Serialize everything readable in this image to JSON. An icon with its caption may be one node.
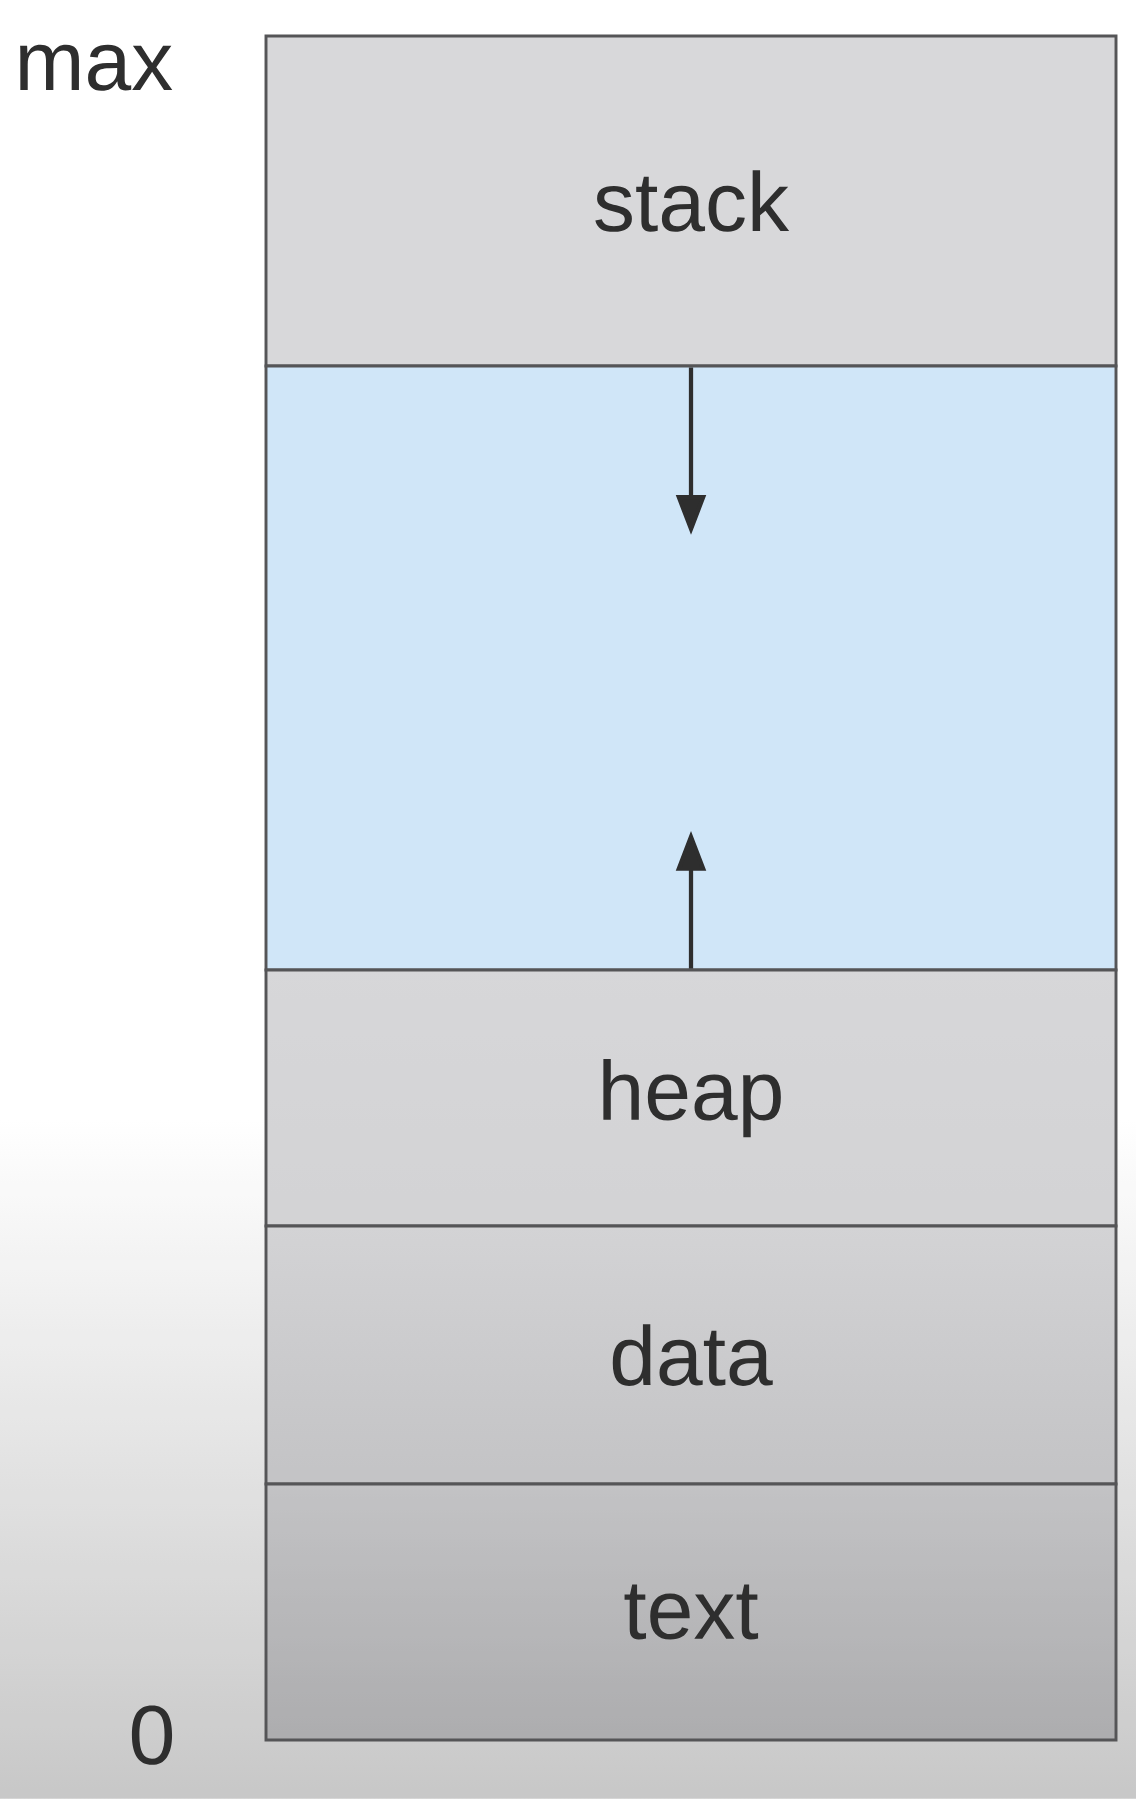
{
  "diagram": {
    "nodes": [
      {
        "text": [
          "stack"
        ]
      },
      {
        "text": [],
        "shape": "box"
      },
      {
        "text": [
          "heap"
        ]
      },
      {
        "text": [
          "data"
        ]
      },
      {
        "text": [
          "text"
        ]
      }
    ],
    "edges": [
      {
        "from": 0,
        "to": 1,
        "arrow": "to"
      },
      {
        "from": 2,
        "to": 1,
        "arrow": "to"
      }
    ],
    "labels": [
      "max",
      "0"
    ]
  }
}
